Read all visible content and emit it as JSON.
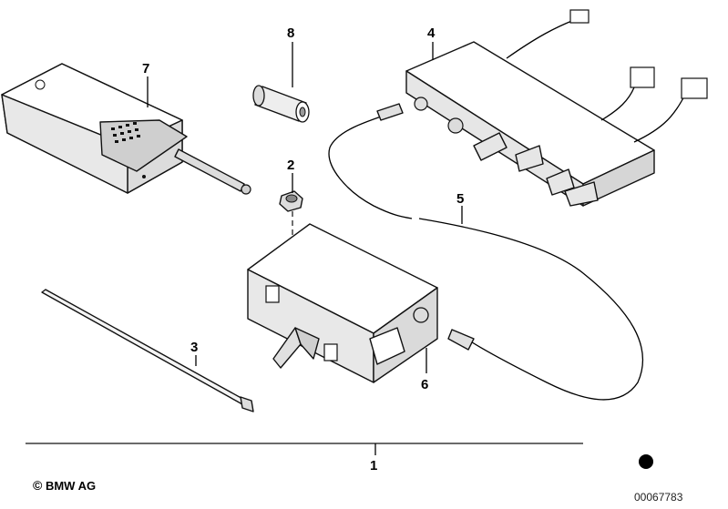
{
  "callouts": [
    {
      "id": "1",
      "label": "1"
    },
    {
      "id": "2",
      "label": "2"
    },
    {
      "id": "3",
      "label": "3"
    },
    {
      "id": "4",
      "label": "4"
    },
    {
      "id": "5",
      "label": "5"
    },
    {
      "id": "6",
      "label": "6"
    },
    {
      "id": "7",
      "label": "7"
    },
    {
      "id": "8",
      "label": "8"
    }
  ],
  "footer": {
    "copyright_symbol": "©",
    "copyright_text": "BMW AG",
    "reference_number": "00067783"
  },
  "colors": {
    "line": "#000000",
    "part_fill": "#ffffff",
    "part_shade": "#e6e6e6",
    "part_dark": "#9a9a9a"
  }
}
